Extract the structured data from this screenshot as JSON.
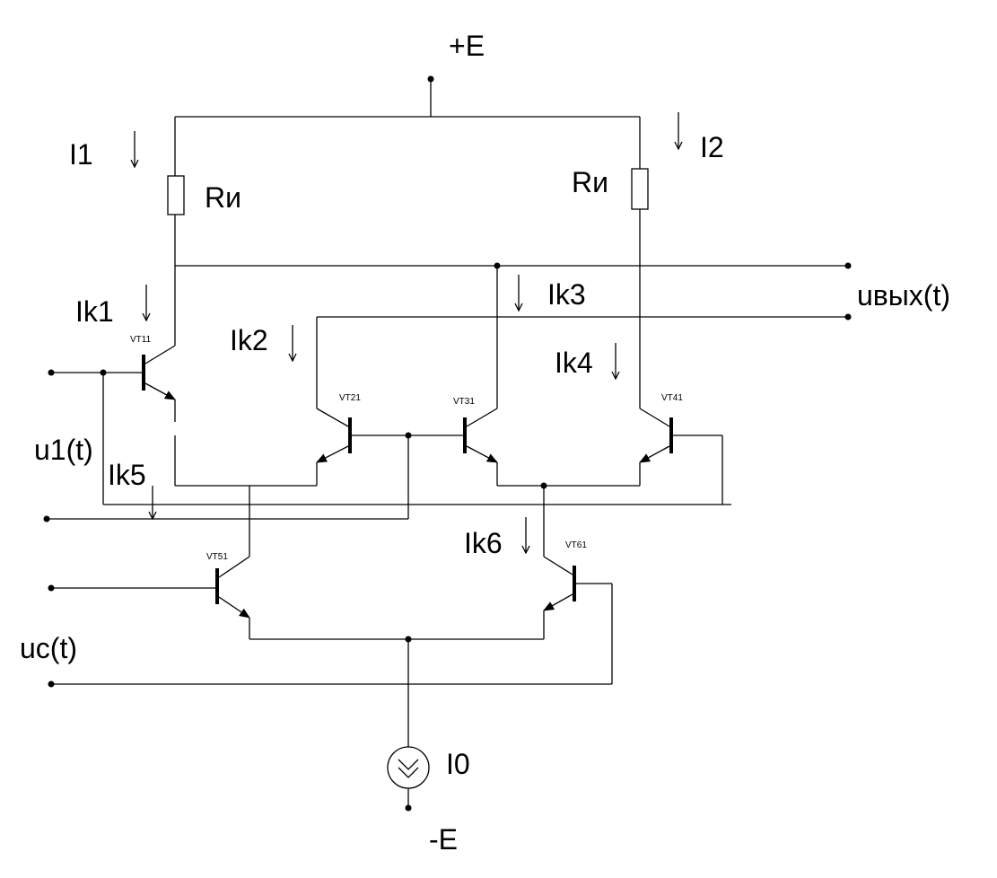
{
  "supply": {
    "positive": "+E",
    "negative": "-E"
  },
  "currents": {
    "i1": "I1",
    "i2": "I2",
    "ik1": "Ik1",
    "ik2": "Ik2",
    "ik3": "Ik3",
    "ik4": "Ik4",
    "ik5": "Ik5",
    "ik6": "Ik6",
    "i0": "I0"
  },
  "resistors": {
    "r_left": "Rи",
    "r_right": "Rи"
  },
  "signals": {
    "u1": "u1(t)",
    "uc": "uc(t)",
    "uout": "uвых(t)"
  },
  "transistors": {
    "vt11": "VT11",
    "vt21": "VT21",
    "vt31": "VT31",
    "vt41": "VT41",
    "vt51": "VT51",
    "vt61": "VT61"
  }
}
